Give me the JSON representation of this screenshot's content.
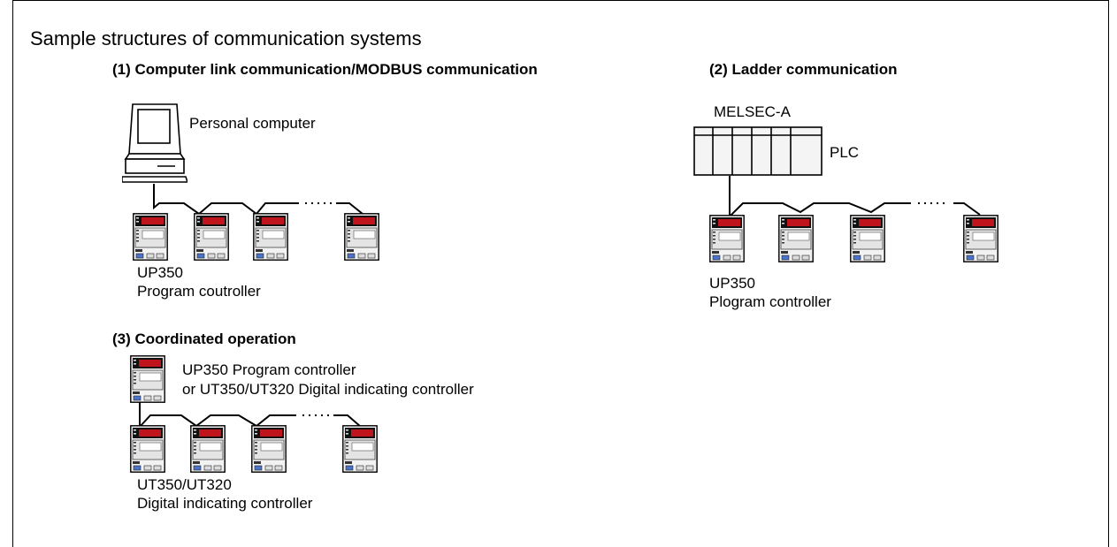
{
  "title": "Sample structures of communication systems",
  "sections": {
    "s1": {
      "heading": "(1) Computer link communication/MODBUS communication",
      "host_label": "Personal computer",
      "device_model": "UP350",
      "device_desc": "Program coutroller"
    },
    "s2": {
      "heading": "(2) Ladder communication",
      "host_model": "MELSEC-A",
      "host_label": "PLC",
      "device_model": "UP350",
      "device_desc": "Plogram controller"
    },
    "s3": {
      "heading": "(3) Coordinated operation",
      "master_line1": "UP350 Program controller",
      "master_line2": "or UT350/UT320 Digital indicating controller",
      "device_model": "UT350/UT320",
      "device_desc": "Digital indicating controller"
    }
  },
  "colors": {
    "display": "#c0141c",
    "panel": "#e4e4e4",
    "line": "#000000",
    "button": "#4a73c9"
  },
  "icons": {
    "host_pc": "personal-computer-icon",
    "host_plc": "plc-rack-icon",
    "device": "controller-unit-icon"
  }
}
